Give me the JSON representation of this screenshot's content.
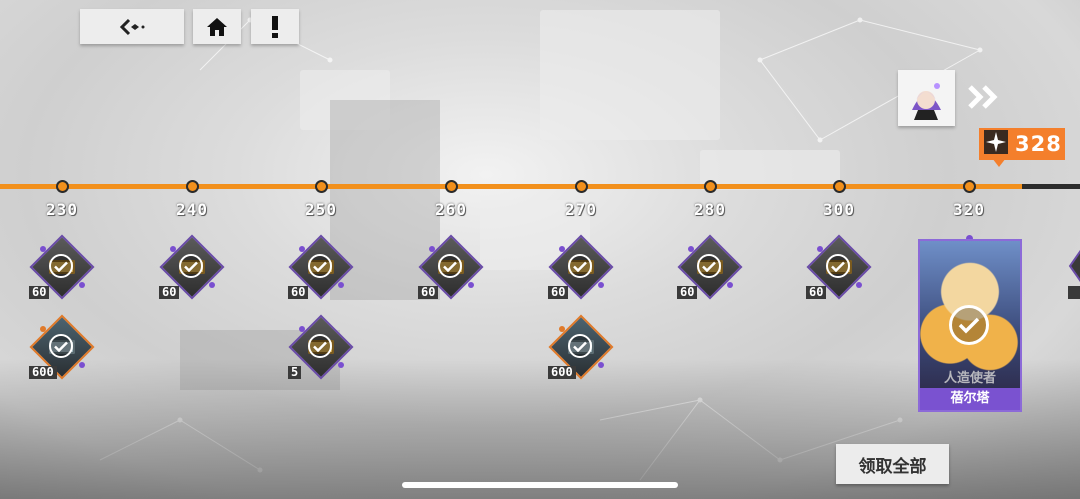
{
  "topbar": {
    "back": "back-icon",
    "home": "home-icon",
    "info": "exclamation-icon"
  },
  "score": {
    "icon": "star-icon",
    "value": "328"
  },
  "next": {
    "avatar": "character-avatar-icon",
    "arrow": "double-chevron-right-icon"
  },
  "track": {
    "progress": 0.946,
    "ticks": [
      {
        "label": "230"
      },
      {
        "label": "240"
      },
      {
        "label": "250"
      },
      {
        "label": "260"
      },
      {
        "label": "270"
      },
      {
        "label": "280"
      },
      {
        "label": "300"
      },
      {
        "label": "320"
      }
    ]
  },
  "rewards_row1": [
    {
      "qty": "60"
    },
    {
      "qty": "60"
    },
    {
      "qty": "60"
    },
    {
      "qty": "60"
    },
    {
      "qty": "60"
    },
    {
      "qty": "60"
    },
    {
      "qty": "60"
    }
  ],
  "rewards_row2": [
    {
      "qty": "600",
      "style": "orange"
    },
    {
      "qty": "5",
      "style": "purple"
    },
    {
      "qty": "600",
      "style": "orange"
    }
  ],
  "character": {
    "subtitle": "人造使者",
    "name": "蓓尔塔"
  },
  "claim_all": "领取全部",
  "colors": {
    "accent": "#f2901c",
    "purple": "#7a52d0",
    "badge": "#f47f2c"
  }
}
